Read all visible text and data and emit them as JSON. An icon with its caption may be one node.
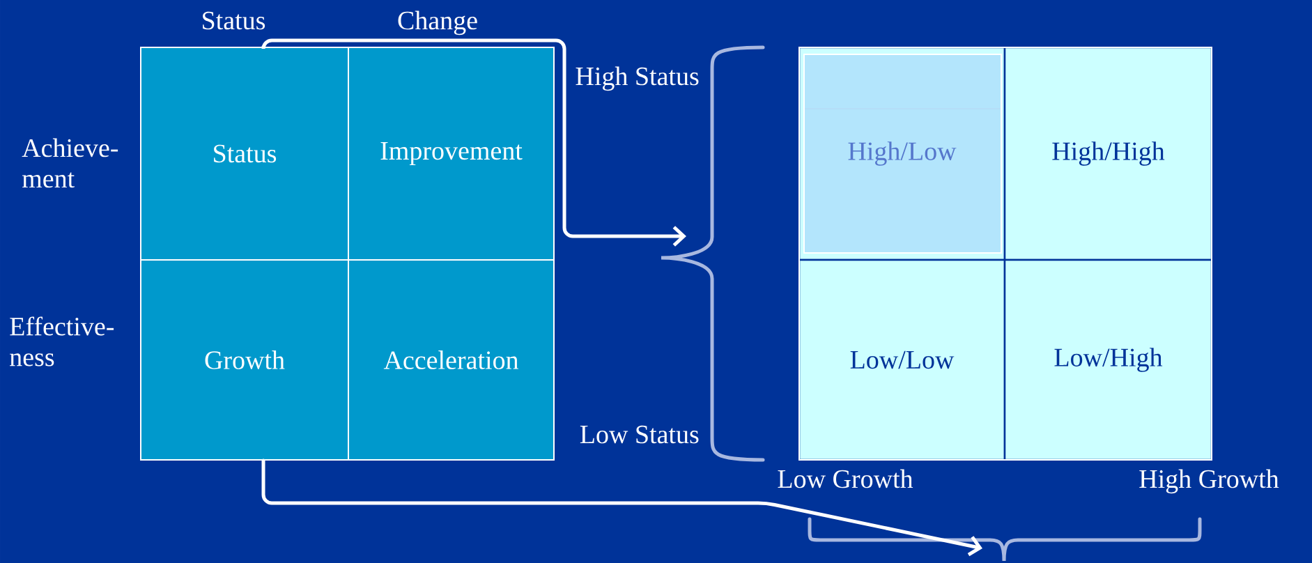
{
  "diagram": {
    "nodes": [
      {
        "text": [
          "Status"
        ]
      },
      {
        "text": [
          "Improvement"
        ]
      },
      {
        "text": [
          "Growth"
        ]
      },
      {
        "text": [
          "Acceleration"
        ]
      },
      {
        "text": [
          "High/Low"
        ]
      },
      {
        "text": [
          "High/High"
        ]
      },
      {
        "text": [
          "Low/Low"
        ]
      },
      {
        "text": [
          "Low/High"
        ]
      },
      {
        "text": [],
        "shape": "brace"
      },
      {
        "text": [],
        "shape": "brace"
      }
    ],
    "edges": [
      {
        "from": 0,
        "to": 8,
        "arrow": "to"
      },
      {
        "from": 2,
        "to": 9,
        "arrow": "to"
      }
    ],
    "labels": [
      "Status",
      "Change",
      "Achieve- ment",
      "Effective- ness",
      "High Status",
      "Low Status",
      "Low Growth",
      "High Growth"
    ]
  }
}
